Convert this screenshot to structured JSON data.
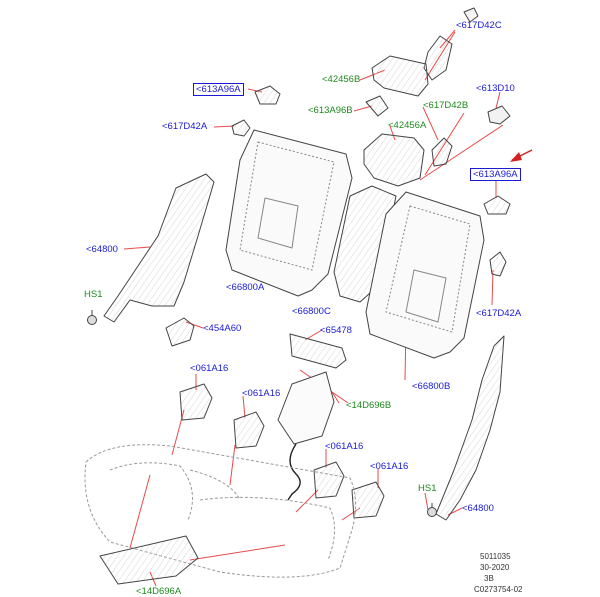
{
  "colors": {
    "part_label": "#1a1ad6",
    "highlight_label": "#1e8a1e",
    "leader": "#e84a4a",
    "arrow": "#d42020",
    "outline": "#444444",
    "hatch": "#e6e6e6"
  },
  "callouts": [
    {
      "id": "c-617d42c-top",
      "text": "<617D42C",
      "color": "blue",
      "boxed": false
    },
    {
      "id": "c-42456b",
      "text": "<42456B",
      "color": "green",
      "boxed": false
    },
    {
      "id": "c-613a96a-left",
      "text": "<613A96A",
      "color": "blue",
      "boxed": true
    },
    {
      "id": "c-613d10",
      "text": "<613D10",
      "color": "blue",
      "boxed": false
    },
    {
      "id": "c-613a96b",
      "text": "<613A96B",
      "color": "green",
      "boxed": false
    },
    {
      "id": "c-617d42b",
      "text": "<617D42B",
      "color": "green",
      "boxed": false
    },
    {
      "id": "c-617d42a-left",
      "text": "<617D42A",
      "color": "blue",
      "boxed": false
    },
    {
      "id": "c-42456a",
      "text": "<42456A",
      "color": "green",
      "boxed": false
    },
    {
      "id": "c-613a96a-right",
      "text": "<613A96A",
      "color": "blue",
      "boxed": true
    },
    {
      "id": "c-64800-left",
      "text": "<64800",
      "color": "blue",
      "boxed": false
    },
    {
      "id": "c-hs1-left",
      "text": "HS1",
      "color": "green",
      "boxed": false
    },
    {
      "id": "c-66800a",
      "text": "<66800A",
      "color": "blue",
      "boxed": false
    },
    {
      "id": "c-66800c",
      "text": "<66800C",
      "color": "blue",
      "boxed": false
    },
    {
      "id": "c-617d42a-right",
      "text": "<617D42A",
      "color": "blue",
      "boxed": false
    },
    {
      "id": "c-454a60",
      "text": "<454A60",
      "color": "blue",
      "boxed": false
    },
    {
      "id": "c-65478",
      "text": "<65478",
      "color": "blue",
      "boxed": false
    },
    {
      "id": "c-061a16-1",
      "text": "<061A16",
      "color": "blue",
      "boxed": false
    },
    {
      "id": "c-66800b",
      "text": "<66800B",
      "color": "blue",
      "boxed": false
    },
    {
      "id": "c-061a16-2",
      "text": "<061A16",
      "color": "blue",
      "boxed": false
    },
    {
      "id": "c-14d696b",
      "text": "<14D696B",
      "color": "green",
      "boxed": false
    },
    {
      "id": "c-061a16-3",
      "text": "<061A16",
      "color": "blue",
      "boxed": false
    },
    {
      "id": "c-061a16-4",
      "text": "<061A16",
      "color": "blue",
      "boxed": false
    },
    {
      "id": "c-hs1-right",
      "text": "HS1",
      "color": "green",
      "boxed": false
    },
    {
      "id": "c-64800-right",
      "text": "<64800",
      "color": "blue",
      "boxed": false
    },
    {
      "id": "c-14d696a",
      "text": "<14D696A",
      "color": "green",
      "boxed": false
    }
  ],
  "reference": {
    "line1": "5011035",
    "line2": "30-2020",
    "line3": "3B",
    "line4": "C0273754-02"
  }
}
